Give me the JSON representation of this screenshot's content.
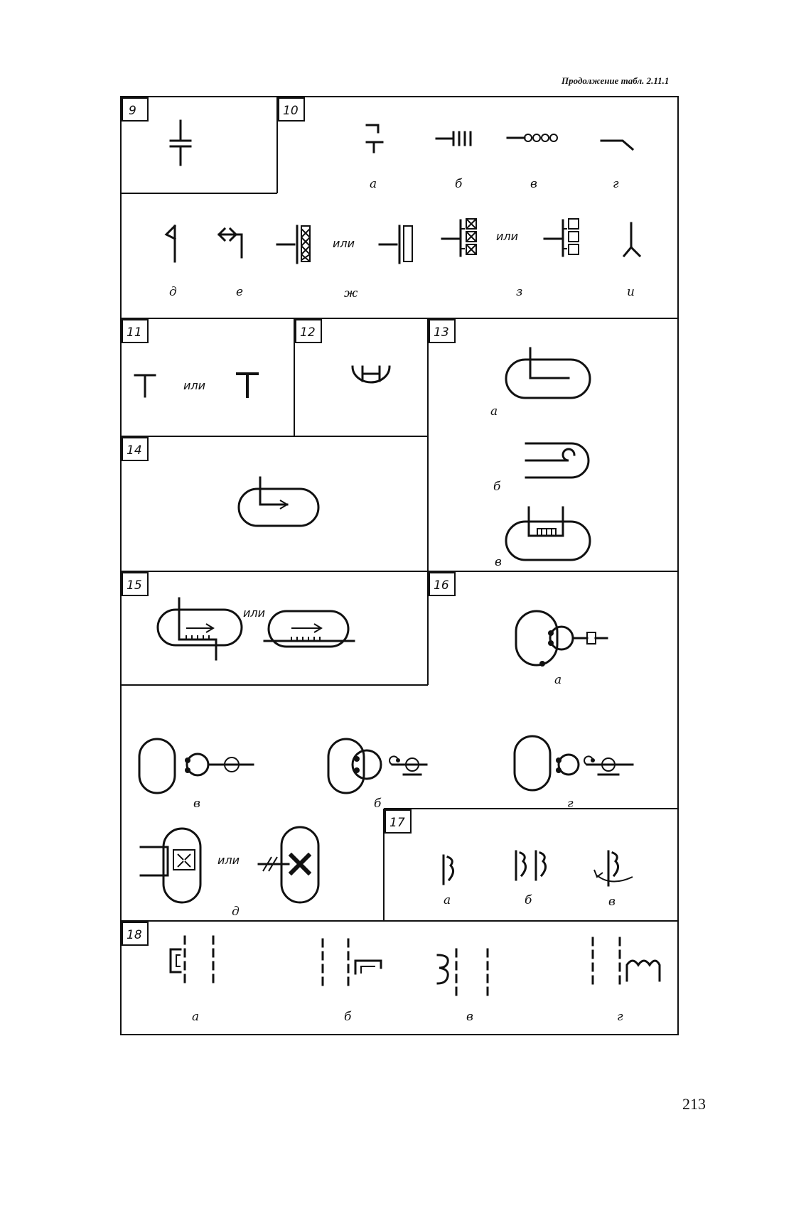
{
  "header": {
    "title": "Продолжение табл. 2.11.1"
  },
  "page_number": "213",
  "or_word": "или",
  "cells": {
    "n9": "9",
    "n10": "10",
    "n11": "11",
    "n12": "12",
    "n13": "13",
    "n14": "14",
    "n15": "15",
    "n16": "16",
    "n17": "17",
    "n18": "18"
  },
  "labels": {
    "a": "а",
    "b": "б",
    "v": "в",
    "g": "г",
    "d": "д",
    "e": "е",
    "zh": "ж",
    "z": "з",
    "i": "и"
  }
}
